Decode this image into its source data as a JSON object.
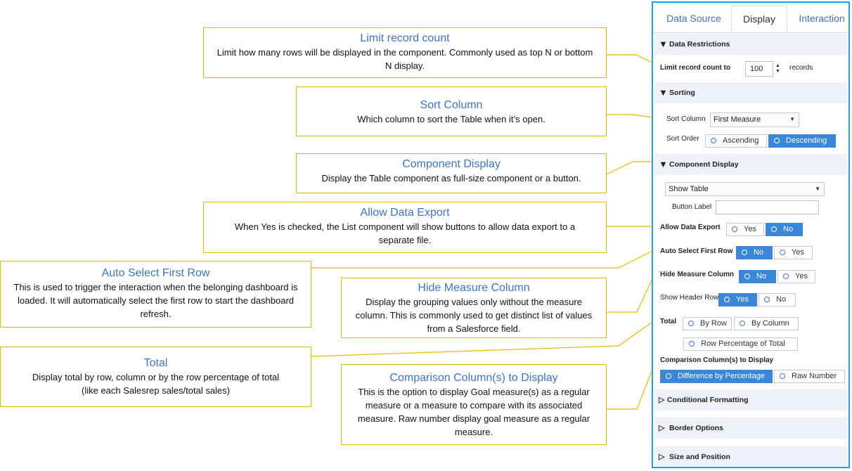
{
  "callouts": {
    "limit": {
      "title": "Limit record count",
      "desc": "Limit how many rows will be displayed in the component.  Commonly used as top N or bottom  N display."
    },
    "sort": {
      "title": "Sort Column",
      "desc": "Which column to sort the Table when it’s open."
    },
    "component": {
      "title": "Component Display",
      "desc": "Display the Table component  as full-size component or a button."
    },
    "export": {
      "title": "Allow Data Export",
      "desc": "When Yes is checked, the List component  will show buttons to allow data export to a separate file."
    },
    "autoselect": {
      "title": "Auto Select First Row",
      "desc": "This is used to trigger the interaction when the belonging dashboard is loaded. It will automatically select the first row to start the dashboard refresh."
    },
    "hidemeasure": {
      "title": "Hide Measure Column",
      "desc": "Display the grouping values only without  the measure column.  This is commonly  used to get distinct list of values from  a Salesforce field."
    },
    "total": {
      "title": "Total",
      "desc": "Display total by row, column or by the row percentage of total (like each Salesrep sales/total sales)"
    },
    "comparison": {
      "title": "Comparison Column(s) to Display",
      "desc": "This is the option to display Goal measure(s) as a regular measure or a measure to compare with its associated measure. Raw number  display goal measure as a regular measure."
    }
  },
  "panel": {
    "tabs": [
      "Data Source",
      "Display",
      "Interaction"
    ],
    "active_tab": "Display",
    "sections": {
      "data_restrictions": "Data Restrictions",
      "sorting": "Sorting",
      "component_display": "Component Display",
      "conditional_formatting": "Conditional Formatting",
      "border_options": "Border Options",
      "size_position": "Size and Position"
    },
    "limit": {
      "label": "Limit record count to",
      "value": "100",
      "unit": "records"
    },
    "sort_column": {
      "label": "Sort Column",
      "value": "First Measure"
    },
    "sort_order": {
      "label": "Sort Order",
      "options": [
        "Ascending",
        "Descending"
      ],
      "selected": "Descending"
    },
    "display_mode": {
      "value": "Show Table"
    },
    "button_label": {
      "label": "Button Label",
      "value": ""
    },
    "allow_export": {
      "label": "Allow Data Export",
      "options": [
        "Yes",
        "No"
      ],
      "selected": "No"
    },
    "auto_select": {
      "label": "Auto Select First Row",
      "options": [
        "No",
        "Yes"
      ],
      "selected": "No"
    },
    "hide_measure": {
      "label": "Hide Measure Column",
      "options": [
        "No",
        "Yes"
      ],
      "selected": "No"
    },
    "show_header": {
      "label": "Show Header Row",
      "options": [
        "Yes",
        "No"
      ],
      "selected": "Yes"
    },
    "total": {
      "label": "Total",
      "options": [
        "By Row",
        "By Column",
        "Row Percentage of Total"
      ],
      "selected": ""
    },
    "comparison": {
      "label": "Comparison Column(s) to Display",
      "options": [
        "Difference by Percentage",
        "Raw Number"
      ],
      "selected": "Difference by Percentage"
    }
  },
  "colors": {
    "accent": "#3a86d8",
    "callout_border": "#e9b800",
    "title_blue": "#3d73c4",
    "panel_border": "#1aa3e8",
    "section_bg": "#eef1f7"
  }
}
